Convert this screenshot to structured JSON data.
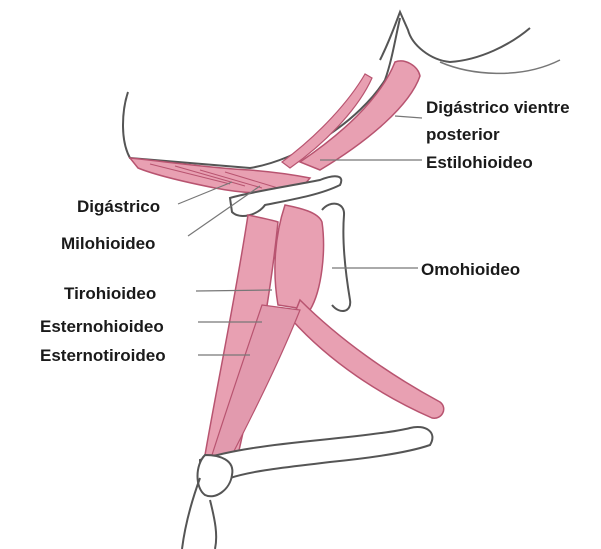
{
  "labels": {
    "digastrico_vientre_posterior_line1": "Digástrico vientre",
    "digastrico_vientre_posterior_line2": "posterior",
    "estilohioideo": "Estilohioideo",
    "digastrico": "Digástrico",
    "milohioideo": "Milohioideo",
    "omohioideo": "Omohioideo",
    "tirohioideo": "Tirohioideo",
    "esternohioideo": "Esternohioideo",
    "esternotiroideo": "Esternotiroideo"
  },
  "colors": {
    "muscle_fill": "#e8a0b2",
    "muscle_stroke": "#b85470",
    "outline": "#555555",
    "bone_fill": "#ffffff",
    "leader_line": "#777777",
    "text": "#1a1a1a"
  }
}
